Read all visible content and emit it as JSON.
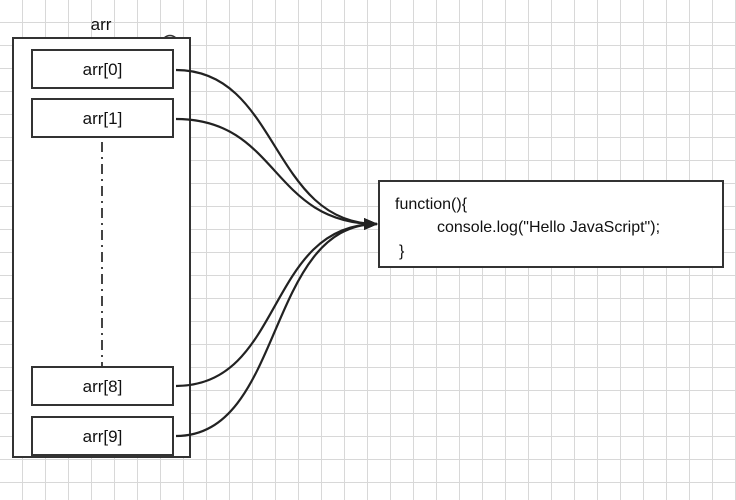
{
  "diagram": {
    "container_label": "arr",
    "cells": [
      "arr[0]",
      "arr[1]",
      "arr[8]",
      "arr[9]"
    ],
    "function_box": {
      "line1": "function(){",
      "line2": "console.log(\"Hello JavaScript\");",
      "line3": "}"
    }
  },
  "colors": {
    "stroke": "#333333",
    "grid": "#d8d8d8",
    "background": "#ffffff"
  }
}
